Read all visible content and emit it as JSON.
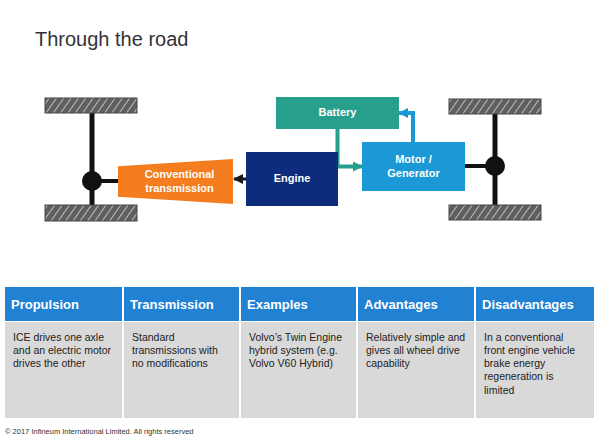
{
  "diagram": {
    "title": "Through the road",
    "nodes": [
      {
        "text": [
          "Battery"
        ]
      },
      {
        "text": [
          "Conventional transmission"
        ]
      },
      {
        "text": [
          "Engine"
        ]
      },
      {
        "text": [
          "Motor / Generator"
        ]
      }
    ],
    "edges": [
      {
        "from": 2,
        "to": 1,
        "arrow": "to"
      },
      {
        "from": 0,
        "to": 3,
        "arrow": "to"
      },
      {
        "from": 3,
        "to": 0,
        "arrow": "to"
      }
    ],
    "labels": [
      "Propulsion",
      "Transmission",
      "Examples",
      "Advantages",
      "Disadvantages",
      "ICE drives one axle and an electric motor drives the other",
      "Standard transmissions with no modifications",
      "Volvo’s Twin Engine hybrid system (e.g. Volvo V60 Hybrid)",
      "Relatively simple and gives all wheel drive capability",
      "In a conventional front engine vehicle brake energy regeneration is limited",
      "© 2017 Infineum International Limited. All rights reserved"
    ]
  }
}
